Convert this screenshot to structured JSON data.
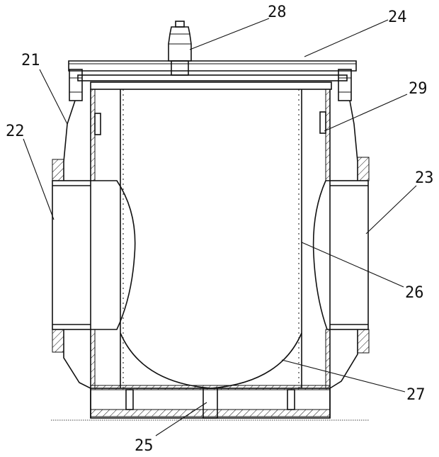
{
  "labels": {
    "l21": "21",
    "l22": "22",
    "l23": "23",
    "l24": "24",
    "l25": "25",
    "l26": "26",
    "l27": "27",
    "l28": "28",
    "l29": "29"
  },
  "colors": {
    "line": "#111111",
    "background": "#ffffff",
    "ground_line": "#444444"
  }
}
